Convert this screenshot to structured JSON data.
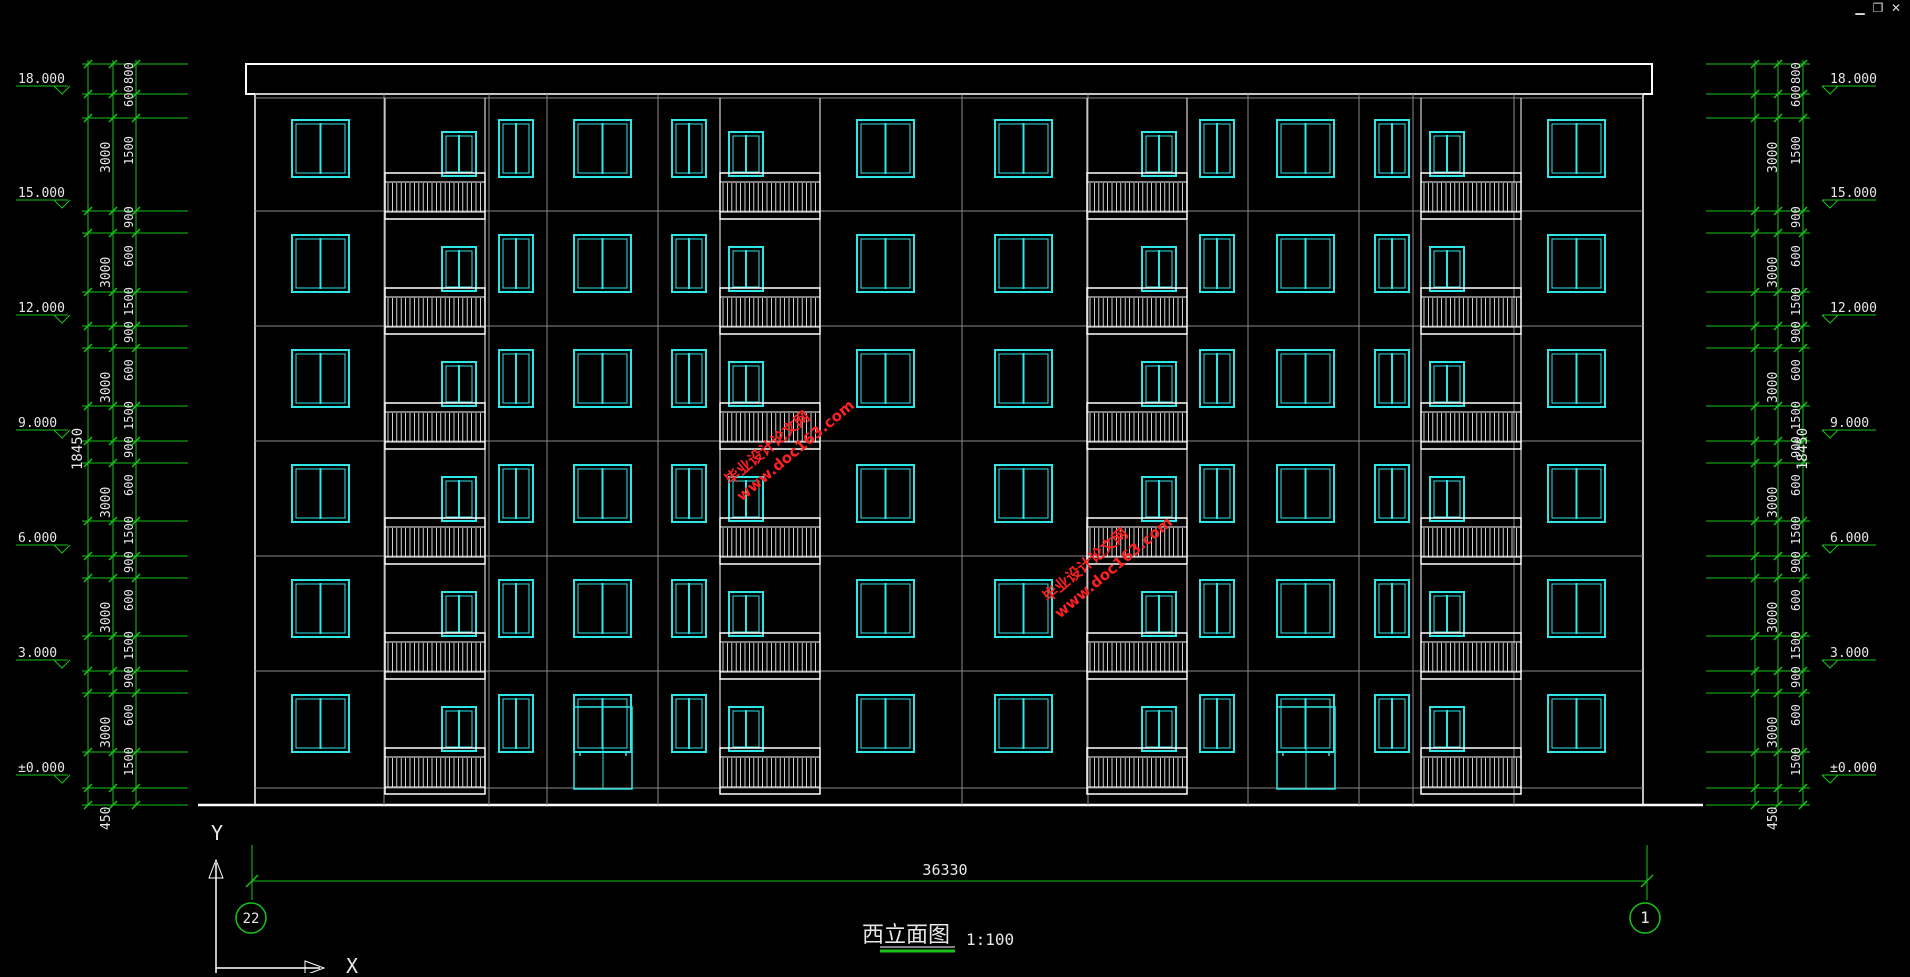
{
  "window_controls": {
    "minimize": "▁",
    "restore": "❐",
    "close": "✕"
  },
  "drawing": {
    "title": "西立面图",
    "scale": "1:100",
    "total_width_dim": "36330",
    "grid_left": "22",
    "grid_right": "1",
    "total_height_dim": "18450",
    "ucs_y": "Y",
    "ucs_x": "X"
  },
  "left_elevations": [
    "18.000",
    "15.000",
    "12.000",
    "9.000",
    "6.000",
    "3.000",
    "±0.000"
  ],
  "right_elevations": [
    "18.000",
    "15.000",
    "12.000",
    "9.000",
    "6.000",
    "3.000",
    "±0.000"
  ],
  "left_floor_dims": [
    "3000",
    "3000",
    "3000",
    "3000",
    "3000",
    "3000"
  ],
  "left_top_dim": "800",
  "left_bottom_dim": "450",
  "left_detail_dims": {
    "top": [
      "800",
      "600",
      "1500"
    ],
    "mid": [
      "900",
      "600",
      "1500"
    ],
    "bottom": [
      "900",
      "600",
      "1500",
      "900"
    ]
  },
  "right_floor_dims": [
    "3000",
    "3000",
    "3000",
    "3000",
    "3000",
    "3000"
  ],
  "right_bottom_dim": "450",
  "watermarks": [
    {
      "line1": "毕业设计论文网",
      "line2": "www.doc163.com"
    },
    {
      "line1": "毕业设计论文网",
      "line2": "www.doc163.com"
    }
  ],
  "colors": {
    "background": "#000000",
    "window": "#2ee6e6",
    "dimension": "#18c418",
    "outline": "#ffffff",
    "watermark": "#ff2020"
  }
}
